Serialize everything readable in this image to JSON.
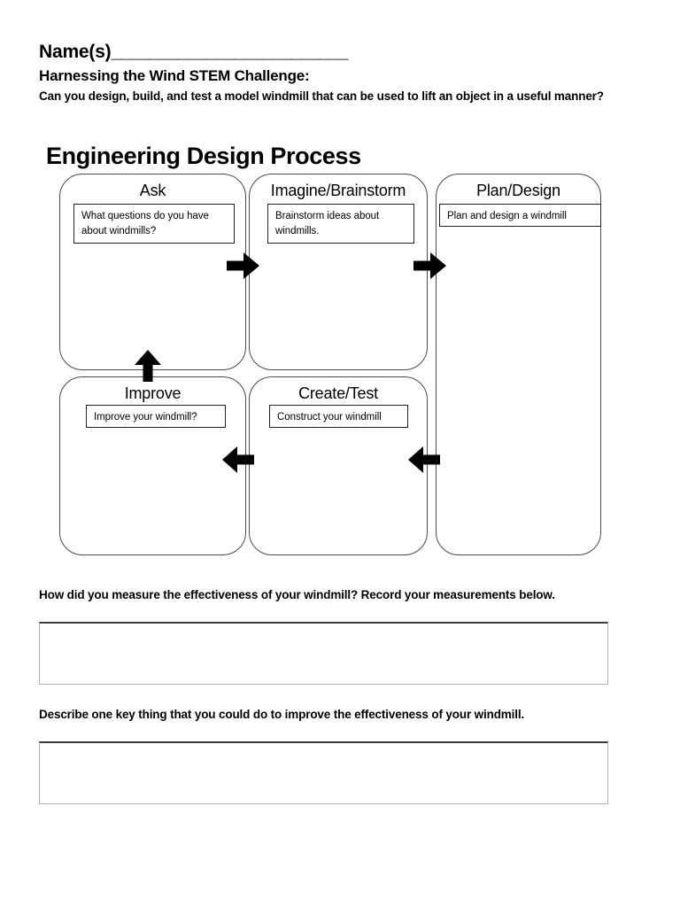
{
  "header": {
    "name_label": "Name(s)",
    "name_blank": "_________________________",
    "challenge_title": "Harnessing the Wind STEM Challenge:",
    "challenge_prompt": "Can you design, build, and test a model windmill that can be used to lift an object in a useful manner?"
  },
  "diagram": {
    "title": "Engineering Design Process",
    "stages": [
      {
        "id": "ask",
        "label": "Ask",
        "note": "What questions do you have about windmills?"
      },
      {
        "id": "imagine",
        "label": "Imagine/Brainstorm",
        "note": "Brainstorm ideas about windmills."
      },
      {
        "id": "plan",
        "label": "Plan/Design",
        "note": "Plan and design a windmill"
      },
      {
        "id": "improve",
        "label": "Improve",
        "note": "Improve your windmill?"
      },
      {
        "id": "create",
        "label": "Create/Test",
        "note": "Construct your windmill"
      }
    ],
    "arrows": [
      {
        "id": "ask-to-imagine",
        "direction": "right"
      },
      {
        "id": "imagine-to-plan",
        "direction": "right"
      },
      {
        "id": "create-to-improve",
        "direction": "left"
      },
      {
        "id": "plan-to-create",
        "direction": "left"
      },
      {
        "id": "improve-to-ask",
        "direction": "up"
      }
    ]
  },
  "questions": [
    {
      "id": "measure-effectiveness",
      "text": "How did you measure the effectiveness of your windmill? Record your measurements below.",
      "answer": ""
    },
    {
      "id": "improve-effectiveness",
      "text": "Describe one key thing that you could do to improve the effectiveness of your windmill.",
      "answer": ""
    }
  ],
  "colors": {
    "page_background": "#ffffff",
    "text": "#000000",
    "box_outline": "#4a4a4a",
    "note_outline": "#222222",
    "answer_box_outline": "#b4b4b4",
    "answer_box_top_outline": "#3c3c3c",
    "arrow_fill": "#000000"
  }
}
